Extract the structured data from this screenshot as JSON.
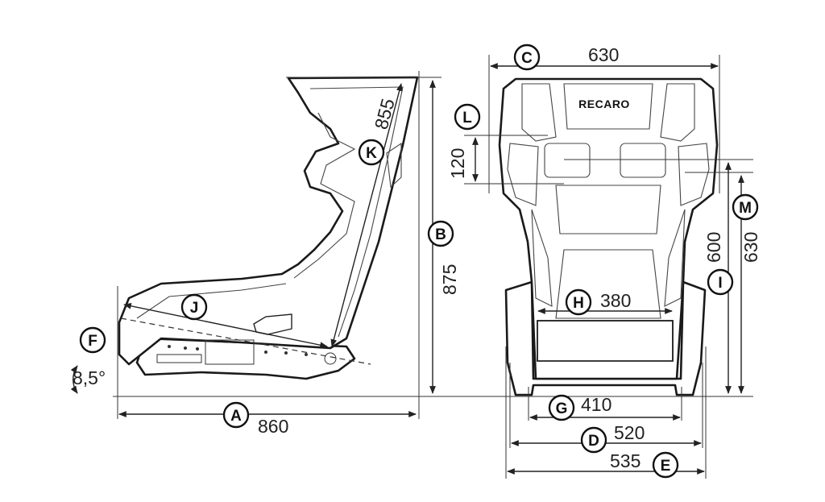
{
  "brand_logo": "RECARO",
  "dimensions": {
    "A": "860",
    "B": "875",
    "C": "630",
    "D": "520",
    "E": "535",
    "F": "8,5°",
    "G": "410",
    "H": "380",
    "I": "600",
    "K": "855",
    "L": "120",
    "M": "630"
  },
  "labels": {
    "A": "A",
    "B": "B",
    "C": "C",
    "D": "D",
    "E": "E",
    "F": "F",
    "G": "G",
    "H": "H",
    "I": "I",
    "J": "J",
    "K": "K",
    "L": "L",
    "M": "M"
  }
}
